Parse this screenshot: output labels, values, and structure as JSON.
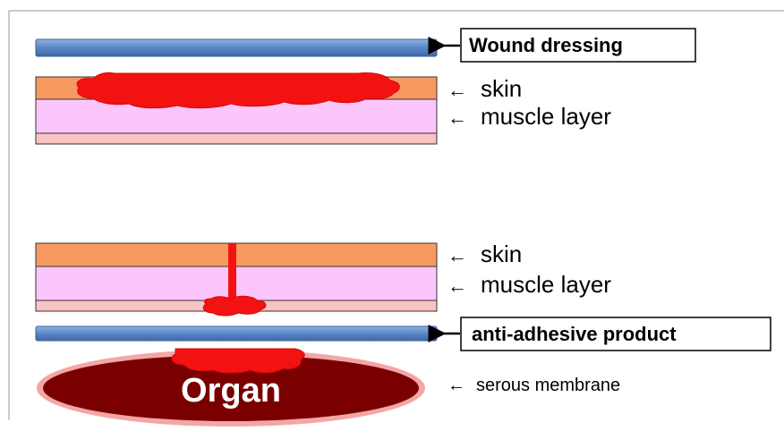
{
  "top_panel": {
    "dressing_label": "Wound dressing",
    "skin_label": "skin",
    "muscle_label": "muscle layer"
  },
  "bottom_panel": {
    "skin_label": "skin",
    "muscle_label": "muscle layer",
    "product_label": "anti-adhesive product",
    "membrane_label": "serous membrane",
    "organ_label": "Organ"
  },
  "colors": {
    "dressing_blue": "#5b86c5",
    "skin_orange": "#f79a62",
    "muscle_pink": "#fcc6fc",
    "fascia_pink": "#f9c4c4",
    "blood_red": "#f21212",
    "organ_dark": "#7a0000",
    "organ_halo": "#f4a6a6"
  }
}
